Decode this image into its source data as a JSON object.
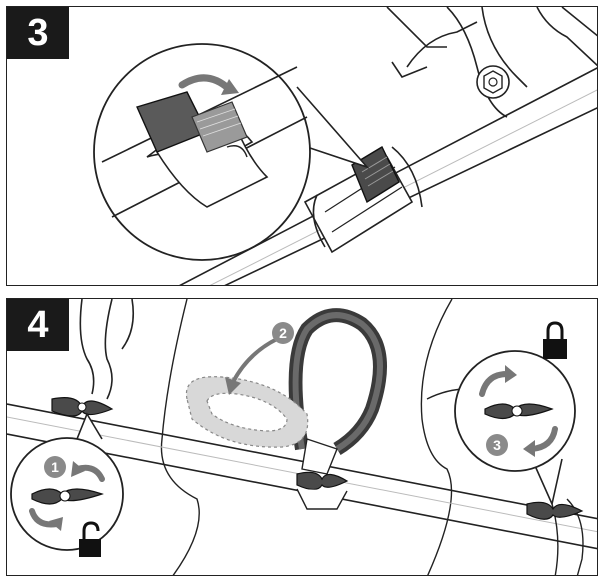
{
  "steps": [
    {
      "number": "3"
    },
    {
      "number": "4"
    }
  ],
  "callouts": {
    "one": "1",
    "two": "2",
    "three": "3"
  },
  "icons": {
    "rotate": "curved-arrow-icon",
    "lock": "padlock-locked-icon",
    "unlock": "padlock-unlocked-icon"
  },
  "colors": {
    "badge": "#1a1a1a",
    "callout_circle": "#8a8a8a",
    "strap": "#5a5a5a",
    "arrow": "#777777"
  }
}
